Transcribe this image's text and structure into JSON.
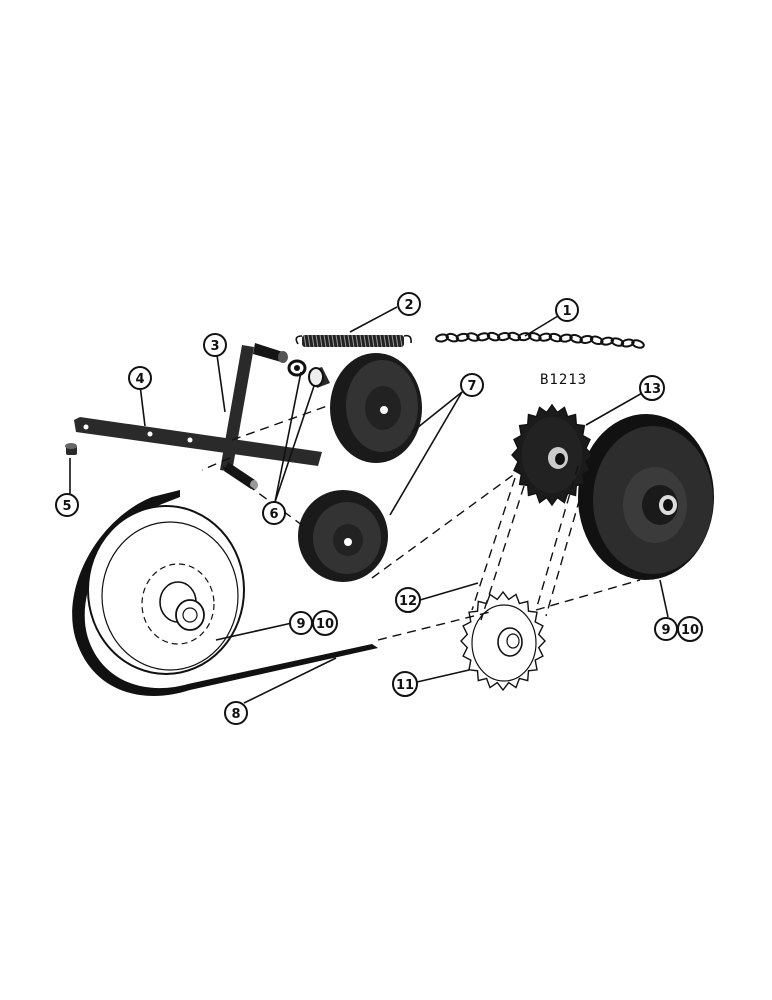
{
  "figure_code": "B1213",
  "callouts": [
    {
      "id": "1",
      "label": "1"
    },
    {
      "id": "2",
      "label": "2"
    },
    {
      "id": "3",
      "label": "3"
    },
    {
      "id": "4",
      "label": "4"
    },
    {
      "id": "5",
      "label": "5"
    },
    {
      "id": "6",
      "label": "6"
    },
    {
      "id": "7",
      "label": "7"
    },
    {
      "id": "8",
      "label": "8"
    },
    {
      "id": "9a",
      "label": "9"
    },
    {
      "id": "10a",
      "label": "10"
    },
    {
      "id": "9b",
      "label": "9"
    },
    {
      "id": "10b",
      "label": "10"
    },
    {
      "id": "11",
      "label": "11"
    },
    {
      "id": "12",
      "label": "12"
    },
    {
      "id": "13",
      "label": "13"
    }
  ]
}
